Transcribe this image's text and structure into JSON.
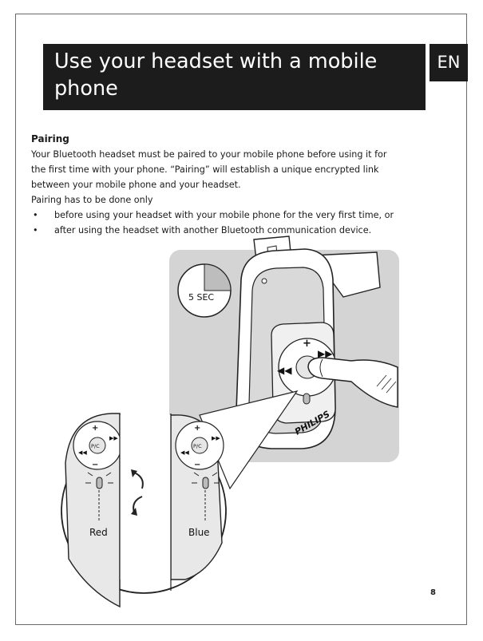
{
  "header": {
    "title_line1": "Use your headset with a mobile",
    "title_line2": "phone",
    "lang_tab": "EN"
  },
  "section": {
    "heading": "Pairing",
    "para1_line1": "Your Bluetooth headset must be paired to your mobile phone before using it for",
    "para1_line2": "the first time with your phone. “Pairing” will establish a unique encrypted link",
    "para1_line3": "between your mobile phone and your headset.",
    "para2": "Pairing has to be done only",
    "bullets": [
      "before using your headset with your mobile phone for the very first time, or",
      "after using the headset with another Bluetooth communication device."
    ]
  },
  "illustration": {
    "timer_label": "5 SEC",
    "brand_label": "PHILIPS",
    "button_plus": "+",
    "button_minus": "−",
    "button_center": "P/C",
    "led_left_label": "Red",
    "led_right_label": "Blue",
    "icon": "headset-pairing-illustration"
  },
  "footer": {
    "page_number": "8"
  },
  "colors": {
    "title_bar": "#1c1c1c",
    "panel": "#d4d4d4",
    "frame": "#6a6a6a"
  }
}
